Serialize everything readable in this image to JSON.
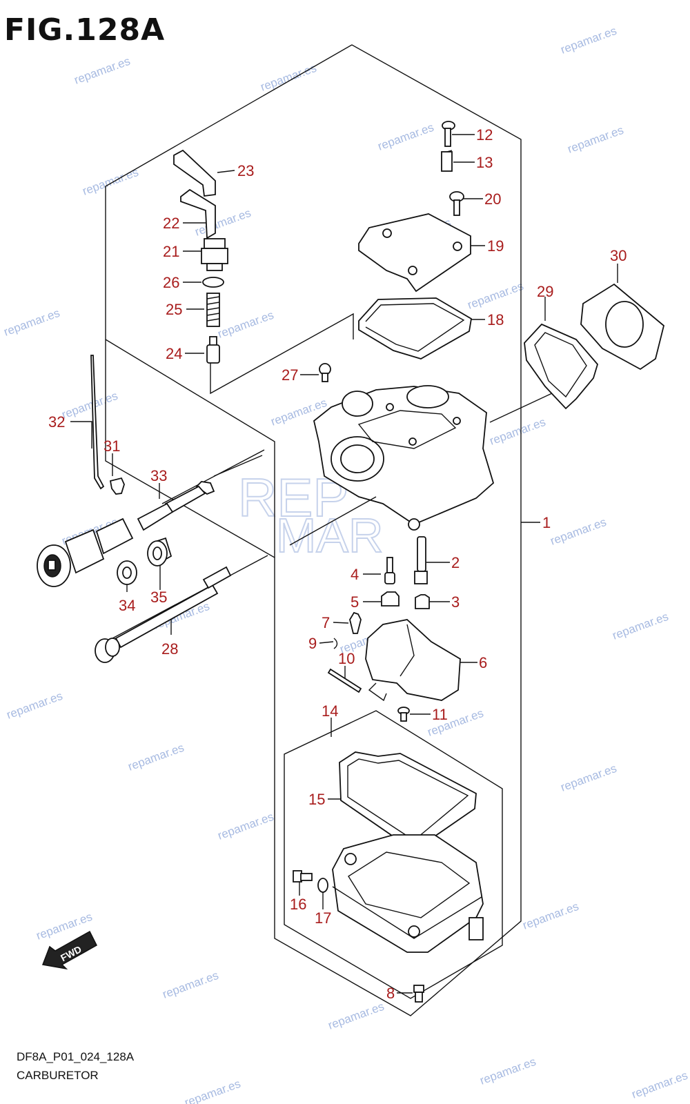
{
  "figure": {
    "title": "FIG.128A",
    "code": "DF8A_P01_024_128A",
    "caption": "CARBURETOR"
  },
  "callouts": [
    {
      "id": "c1",
      "label": "1"
    },
    {
      "id": "c2",
      "label": "2"
    },
    {
      "id": "c3",
      "label": "3"
    },
    {
      "id": "c4",
      "label": "4"
    },
    {
      "id": "c5",
      "label": "5"
    },
    {
      "id": "c6",
      "label": "6"
    },
    {
      "id": "c7",
      "label": "7"
    },
    {
      "id": "c8",
      "label": "8"
    },
    {
      "id": "c9",
      "label": "9"
    },
    {
      "id": "c10",
      "label": "10"
    },
    {
      "id": "c11",
      "label": "11"
    },
    {
      "id": "c12",
      "label": "12"
    },
    {
      "id": "c13",
      "label": "13"
    },
    {
      "id": "c14",
      "label": "14"
    },
    {
      "id": "c15",
      "label": "15"
    },
    {
      "id": "c16",
      "label": "16"
    },
    {
      "id": "c17",
      "label": "17"
    },
    {
      "id": "c18",
      "label": "18"
    },
    {
      "id": "c19",
      "label": "19"
    },
    {
      "id": "c20",
      "label": "20"
    },
    {
      "id": "c21",
      "label": "21"
    },
    {
      "id": "c22",
      "label": "22"
    },
    {
      "id": "c23",
      "label": "23"
    },
    {
      "id": "c24",
      "label": "24"
    },
    {
      "id": "c25",
      "label": "25"
    },
    {
      "id": "c26",
      "label": "26"
    },
    {
      "id": "c27",
      "label": "27"
    },
    {
      "id": "c28",
      "label": "28"
    },
    {
      "id": "c29",
      "label": "29"
    },
    {
      "id": "c30",
      "label": "30"
    },
    {
      "id": "c31",
      "label": "31"
    },
    {
      "id": "c32",
      "label": "32"
    },
    {
      "id": "c33",
      "label": "33"
    },
    {
      "id": "c34",
      "label": "34"
    },
    {
      "id": "c35",
      "label": "35"
    }
  ],
  "direction_arrow": {
    "label": "FWD"
  },
  "watermark": {
    "text": "repamar.es",
    "logo_top": "REP",
    "logo_bottom": "MAR"
  },
  "colors": {
    "callout": "#a81c1c",
    "watermark": "#8aa4d8",
    "ink": "#111111"
  }
}
